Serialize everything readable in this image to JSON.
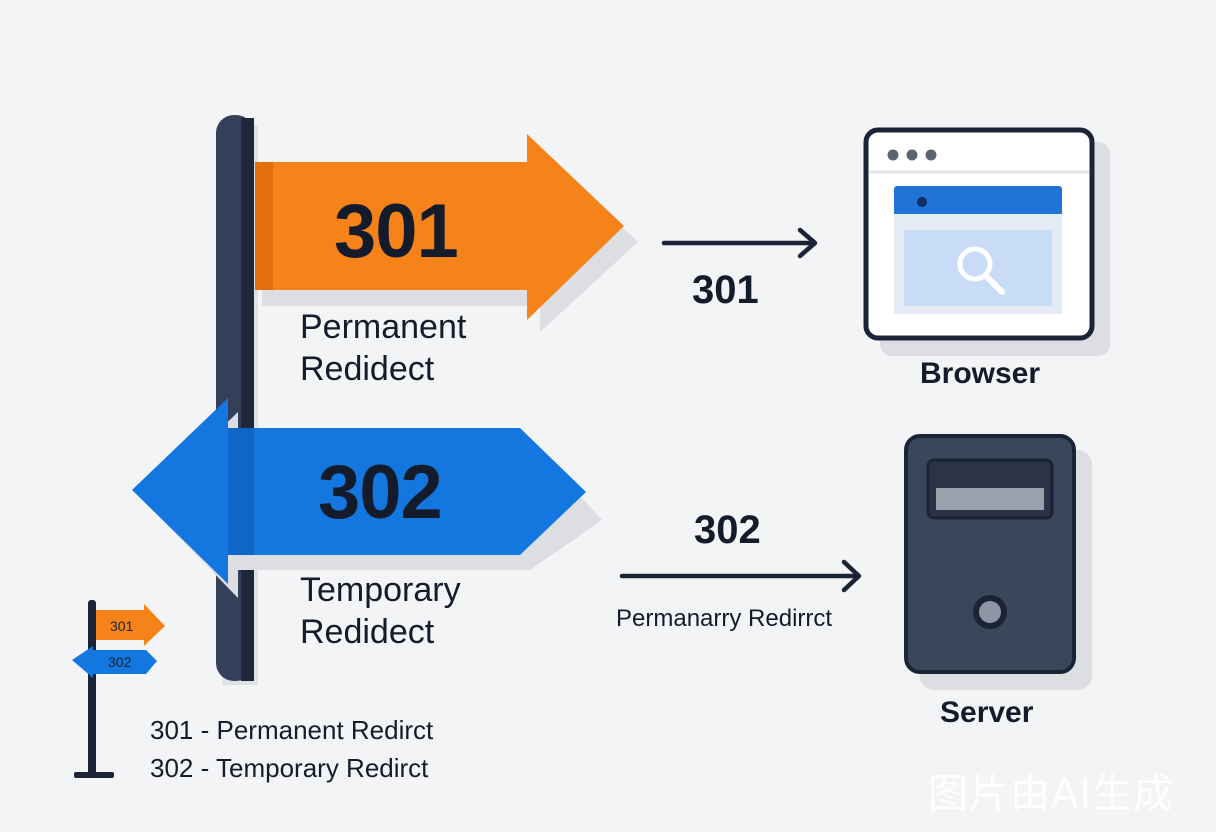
{
  "signpost": {
    "top_sign": {
      "code": "301",
      "description_line1": "Permanent",
      "description_line2": "Redidect",
      "color": "#f5831a"
    },
    "bottom_sign": {
      "code": "302",
      "description_line1": "Temporary",
      "description_line2": "Redidect",
      "color": "#1477e0"
    }
  },
  "flows": [
    {
      "code": "301",
      "description": "",
      "target": "browser"
    },
    {
      "code": "302",
      "description": "Permanarry Redirrct",
      "target": "server"
    }
  ],
  "devices": {
    "browser": {
      "label": "Browser"
    },
    "server": {
      "label": "Server"
    }
  },
  "legend": {
    "mini_top": "301",
    "mini_bottom": "302",
    "line1": "301 - Permanent Redirct",
    "line2": "302 - Temporary Redirct"
  },
  "watermark": "图片由AI生成",
  "colors": {
    "background": "#f3f4f6",
    "orange": "#f5831a",
    "blue": "#1477e0",
    "navy": "#1b2437",
    "post": "#344158"
  }
}
